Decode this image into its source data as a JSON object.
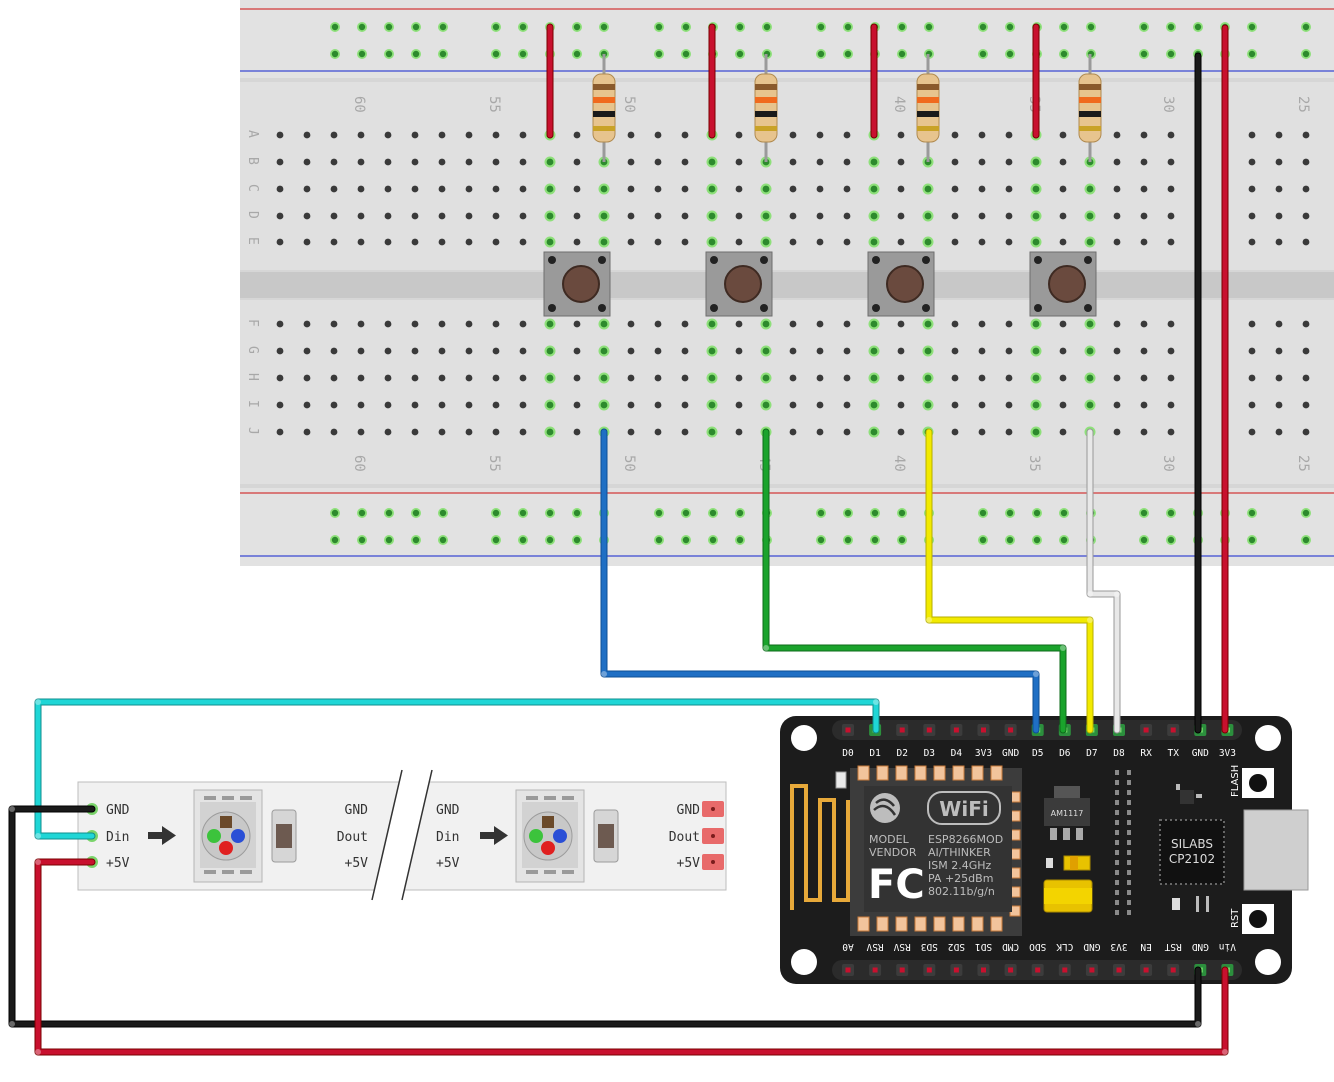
{
  "breadboard": {
    "column_labels_top": [
      "60",
      "55",
      "50",
      "45",
      "40",
      "35",
      "30",
      "25"
    ],
    "column_labels_bottom": [
      "60",
      "55",
      "50",
      "45",
      "40",
      "35",
      "30",
      "25"
    ],
    "row_labels_top": [
      "A",
      "B",
      "C",
      "D",
      "E"
    ],
    "row_labels_bottom": [
      "F",
      "G",
      "H",
      "I",
      "J"
    ]
  },
  "led_strip": {
    "segment_left": {
      "in_pins": [
        "GND",
        "Din",
        "+5V"
      ],
      "out_pins": [
        "GND",
        "Dout",
        "+5V"
      ]
    },
    "segment_right": {
      "in_pins": [
        "GND",
        "Din",
        "+5V"
      ],
      "out_pins": [
        "GND",
        "Dout",
        "+5V"
      ]
    }
  },
  "nodemcu": {
    "top_pins": [
      "D0",
      "D1",
      "D2",
      "D3",
      "D4",
      "3V3",
      "GND",
      "D5",
      "D6",
      "D7",
      "D8",
      "RX",
      "TX",
      "GND",
      "3V3"
    ],
    "bottom_pins": [
      "A0",
      "RSV",
      "RSV",
      "SD3",
      "SD2",
      "SD1",
      "CMD",
      "SDO",
      "CLK",
      "GND",
      "3V3",
      "EN",
      "RST",
      "GND",
      "Vin"
    ],
    "flash_label": "FLASH",
    "rst_label": "RST",
    "regulator_label": "AM1117",
    "usb_chip_line1": "SILABS",
    "usb_chip_line2": "CP2102",
    "wifi_logo": "WiFi",
    "fc_logo": "FC",
    "module_lines": [
      "MODEL",
      "VENDOR"
    ],
    "module_spec_lines": [
      "ESP8266MOD",
      "AI/THINKER",
      "ISM 2.4GHz",
      "PA +25dBm",
      "802.11b/g/n"
    ]
  },
  "colors": {
    "wire_red": "#c8102e",
    "wire_black": "#1a1a1a",
    "wire_blue": "#1f6fc4",
    "wire_green": "#1aa32c",
    "wire_yellow": "#f2ea00",
    "wire_white": "#d9d9d9",
    "wire_cyan": "#1fd6d6",
    "breadboard": "#dcdcdc",
    "pcb": "#1c1c1c"
  }
}
